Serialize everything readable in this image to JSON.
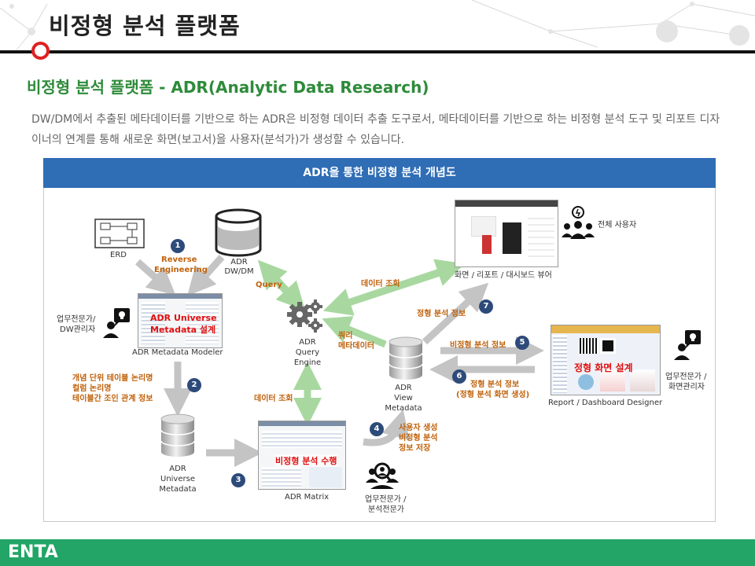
{
  "page": {
    "title": "비정형 분석 플랫폼",
    "subtitle": "비정형 분석 플랫폼 - ADR(Analytic Data Research)",
    "description": "DW/DM에서 추출된 메타데이터를 기반으로 하는 ADR은 비정형 데이터 추출 도구로서, 메타데이터를 기반으로 하는 비정형 분석 도구 및 리포트 디자이너의 연계를 통해 새로운 화면(보고서)을 사용자(분석가)가 생성할 수 있습니다."
  },
  "diagram": {
    "header": "ADR을 통한 비정형 분석 개념도",
    "nodes": {
      "erd": "ERD",
      "dwdm_1": "ADR",
      "dwdm_2": "DW/DM",
      "modeler": "ADR Metadata Modeler",
      "modeler_overlay_1": "ADR Universe",
      "modeler_overlay_2": "Metadata 설계",
      "expert_dw_1": "업무전문가/",
      "expert_dw_2": "DW관리자",
      "query_engine_1": "ADR",
      "query_engine_2": "Query",
      "query_engine_3": "Engine",
      "universe_1": "ADR",
      "universe_2": "Universe",
      "universe_3": "Metadata",
      "view_1": "ADR",
      "view_2": "View",
      "view_3": "Metadata",
      "matrix": "ADR Matrix",
      "matrix_overlay": "비정형 분석 수행",
      "expert_analyst_1": "업무전문가 /",
      "expert_analyst_2": "분석전문가",
      "viewer": "화면 / 리포트 / 대시보드 뷰어",
      "all_users": "전체 사용자",
      "designer": "Report / Dashboard Designer",
      "designer_overlay": "정형 화면 설계",
      "expert_screen_1": "업무전문가 /",
      "expert_screen_2": "화면관리자"
    },
    "edges": {
      "reverse_1": "Reverse",
      "reverse_2": "Engineering",
      "query": "Query",
      "data_lookup_top": "데이터 조회",
      "data_lookup_mid": "데이터 조회",
      "query_meta_1": "쿼리",
      "query_meta_2": "메타데이터",
      "concept_1": "개념 단위 테이블 논리명",
      "concept_2": "컬럼 논리명",
      "concept_3": "테이블간 조인 관계 정보",
      "user_gen_1": "사용자 생성",
      "user_gen_2": "비정형 분석",
      "user_gen_3": "정보 저장",
      "formal_info": "정형 분석 정보",
      "informal_info": "비정형 분석 정보",
      "formal_gen_1": "정형 분석 정보",
      "formal_gen_2": "(정형 분석 화면 생성)"
    },
    "steps": [
      "1",
      "2",
      "3",
      "4",
      "5",
      "6",
      "7"
    ]
  },
  "footer": {
    "logo": "ENTA"
  },
  "colors": {
    "accent_blue": "#2f6db5",
    "green": "#22a566",
    "arrow_green": "#a8d8a0",
    "arrow_gray": "#c4c4c4",
    "step_navy": "#2d4b7a",
    "red": "#e02020",
    "orange": "#c0620c"
  }
}
